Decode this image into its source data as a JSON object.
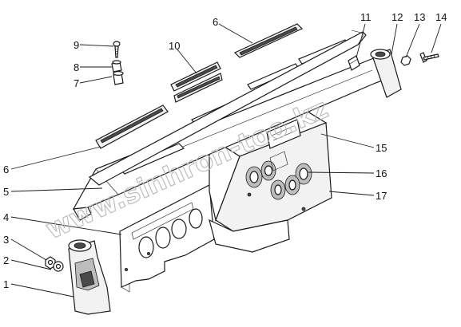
{
  "watermark": "www.sinhron-too.kz",
  "corner_mark": "",
  "callouts": [
    {
      "id": "1",
      "label": "1"
    },
    {
      "id": "2",
      "label": "2"
    },
    {
      "id": "3",
      "label": "3"
    },
    {
      "id": "4",
      "label": "4"
    },
    {
      "id": "5",
      "label": "5"
    },
    {
      "id": "6a",
      "label": "6"
    },
    {
      "id": "6b",
      "label": "6"
    },
    {
      "id": "7",
      "label": "7"
    },
    {
      "id": "8",
      "label": "8"
    },
    {
      "id": "9",
      "label": "9"
    },
    {
      "id": "10",
      "label": "10"
    },
    {
      "id": "11",
      "label": "11"
    },
    {
      "id": "12",
      "label": "12"
    },
    {
      "id": "13",
      "label": "13"
    },
    {
      "id": "14",
      "label": "14"
    },
    {
      "id": "15",
      "label": "15"
    },
    {
      "id": "16",
      "label": "16"
    },
    {
      "id": "17",
      "label": "17"
    }
  ]
}
